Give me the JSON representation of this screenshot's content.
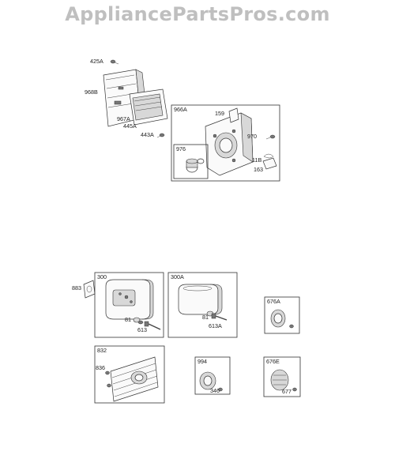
{
  "watermark": "AppliancePartsPros.com",
  "labels": {
    "p425A": "425A",
    "p968B": "968B",
    "p967A": "967A",
    "p445A": "445A",
    "p443A": "443A",
    "box966A": "966A",
    "p159": "159",
    "p970": "970",
    "p11B": "11B",
    "p163": "163",
    "box976": "976",
    "p883": "883",
    "box300": "300",
    "p81a": "81",
    "p613": "613",
    "box300A": "300A",
    "p81b": "81",
    "p613A": "613A",
    "box676A": "676A",
    "box832": "832",
    "p836": "836",
    "box994": "994",
    "p346": "346",
    "box676E": "676E",
    "p677": "677"
  }
}
